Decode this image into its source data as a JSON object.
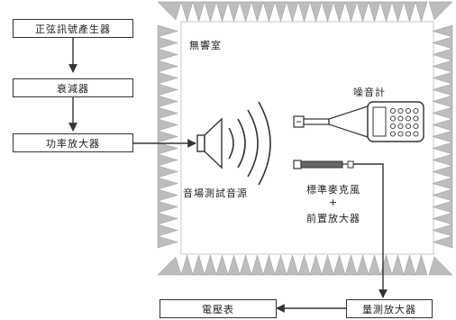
{
  "blocks": {
    "signal_generator": "正弦訊號產生器",
    "attenuator": "衰減器",
    "power_amplifier": "功率放大器",
    "voltmeter": "電壓表",
    "measuring_amplifier": "量測放大器"
  },
  "labels": {
    "anechoic_room": "無響室",
    "sound_level_meter": "噪音計",
    "test_sound_source": "音場測試音源",
    "standard_microphone": "標準麥克風",
    "plus": "+",
    "preamplifier": "前置放大器"
  },
  "colors": {
    "wedge_fill": "#bdbdbd",
    "line": "#333333"
  }
}
